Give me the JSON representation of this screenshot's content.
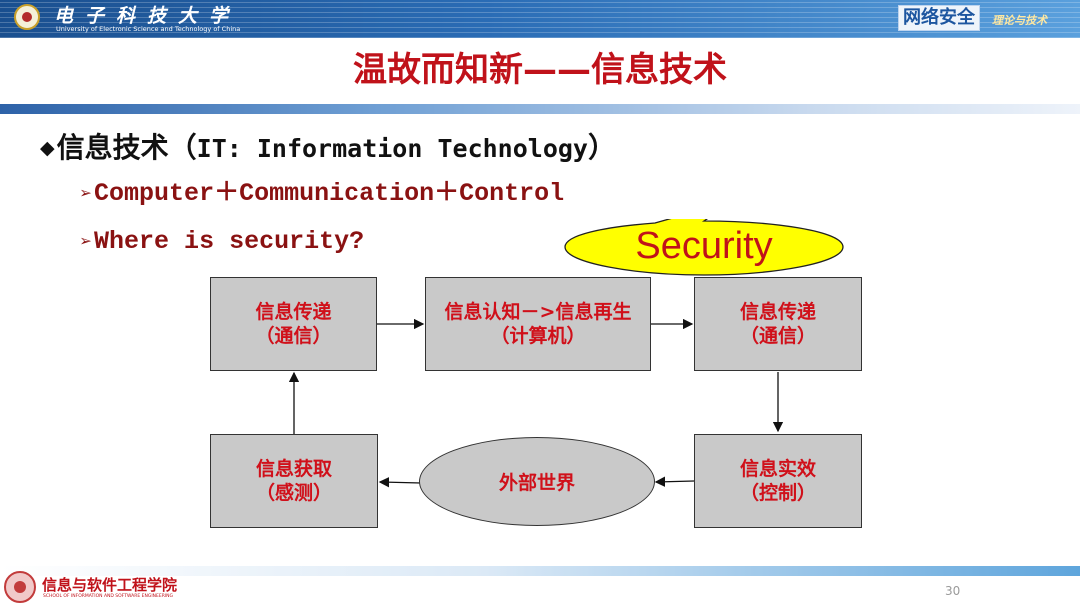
{
  "header": {
    "university_cn": "电子科技大学",
    "university_en": "University of Electronic Science and Technology of China",
    "course_tag": "网络安全",
    "course_subtag": "理论与技术"
  },
  "slide": {
    "title": "温故而知新——信息技术",
    "bullet_glyph": "◆",
    "bullet_cn": "信息技术（",
    "bullet_en": "IT: Information Technology",
    "bullet_close": "）",
    "subbullets": [
      "Computer＋Communication＋Control",
      "Where is security?"
    ],
    "subbullet_glyph": "➢",
    "callout": "Security"
  },
  "diagram": {
    "boxes": [
      {
        "line1": "信息传递",
        "line2": "（通信）"
      },
      {
        "line1": "信息认知－>信息再生",
        "line2": "（计算机）"
      },
      {
        "line1": "信息传递",
        "line2": "（通信）"
      },
      {
        "line1": "信息获取",
        "line2": "（感测）"
      },
      {
        "line1": "信息实效",
        "line2": "（控制）"
      }
    ],
    "center": "外部世界"
  },
  "footer": {
    "school_cn": "信息与软件工程学院",
    "school_en": "SCHOOL OF INFORMATION AND SOFTWARE ENGINEERING",
    "page_number": "30"
  },
  "colors": {
    "title_red": "#c0121a",
    "subbullet_red": "#8a1212",
    "box_fill": "#c9c9c9",
    "callout_fill": "#ffff00",
    "header_blue": "#1a4f8f"
  }
}
